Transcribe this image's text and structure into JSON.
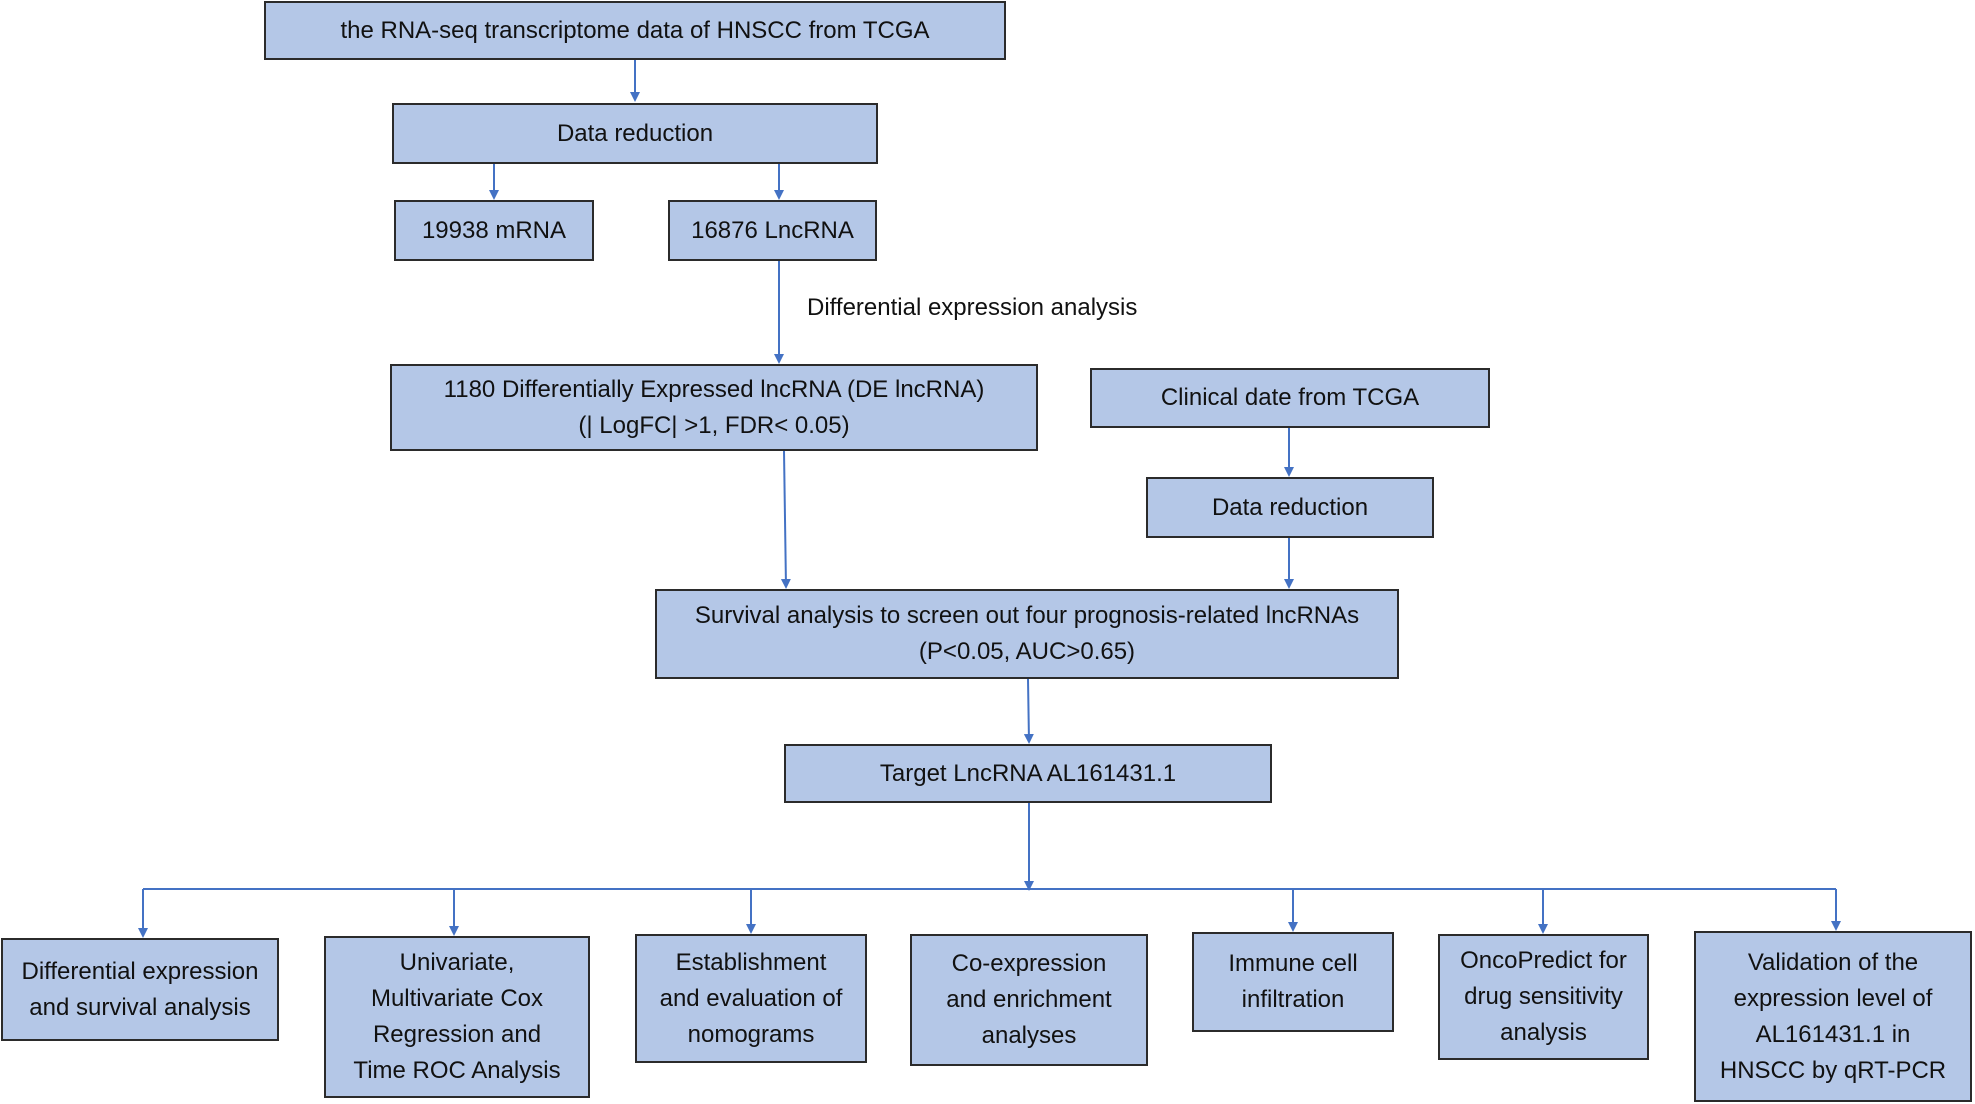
{
  "accent": "#4472c4",
  "box_fill": "#b4c7e7",
  "nodes": {
    "tcga_rnaseq": "the RNA-seq transcriptome data of HNSCC from TCGA",
    "data_reduction_1": "Data reduction",
    "mrna": "19938 mRNA",
    "lncrna": "16876 LncRNA",
    "de_lncrna": {
      "line1": "1180 Differentially Expressed lncRNA (DE lncRNA)",
      "line2": "(| LogFC| >1, FDR< 0.05)"
    },
    "clinical": "Clinical date from TCGA",
    "data_reduction_2": "Data reduction",
    "survival": {
      "line1": "Survival analysis to screen out four prognosis-related lncRNAs",
      "line2": "(P<0.05, AUC>0.65)"
    },
    "target": "Target LncRNA AL161431.1"
  },
  "edge_label_de": "Differential expression analysis",
  "outcomes": [
    {
      "lines": [
        "Differential expression",
        "and survival analysis"
      ]
    },
    {
      "lines": [
        "Univariate,",
        "Multivariate Cox",
        "Regression and",
        "Time ROC Analysis"
      ]
    },
    {
      "lines": [
        "Establishment",
        "and evaluation of",
        "nomograms"
      ]
    },
    {
      "lines": [
        "Co-expression",
        "and enrichment",
        "analyses"
      ]
    },
    {
      "lines": [
        "Immune cell",
        "infiltration"
      ]
    },
    {
      "lines": [
        "OncoPredict for",
        "drug sensitivity",
        "analysis"
      ]
    },
    {
      "lines": [
        "Validation of the",
        "expression level of",
        "AL161431.1 in",
        "HNSCC by qRT-PCR"
      ]
    }
  ]
}
